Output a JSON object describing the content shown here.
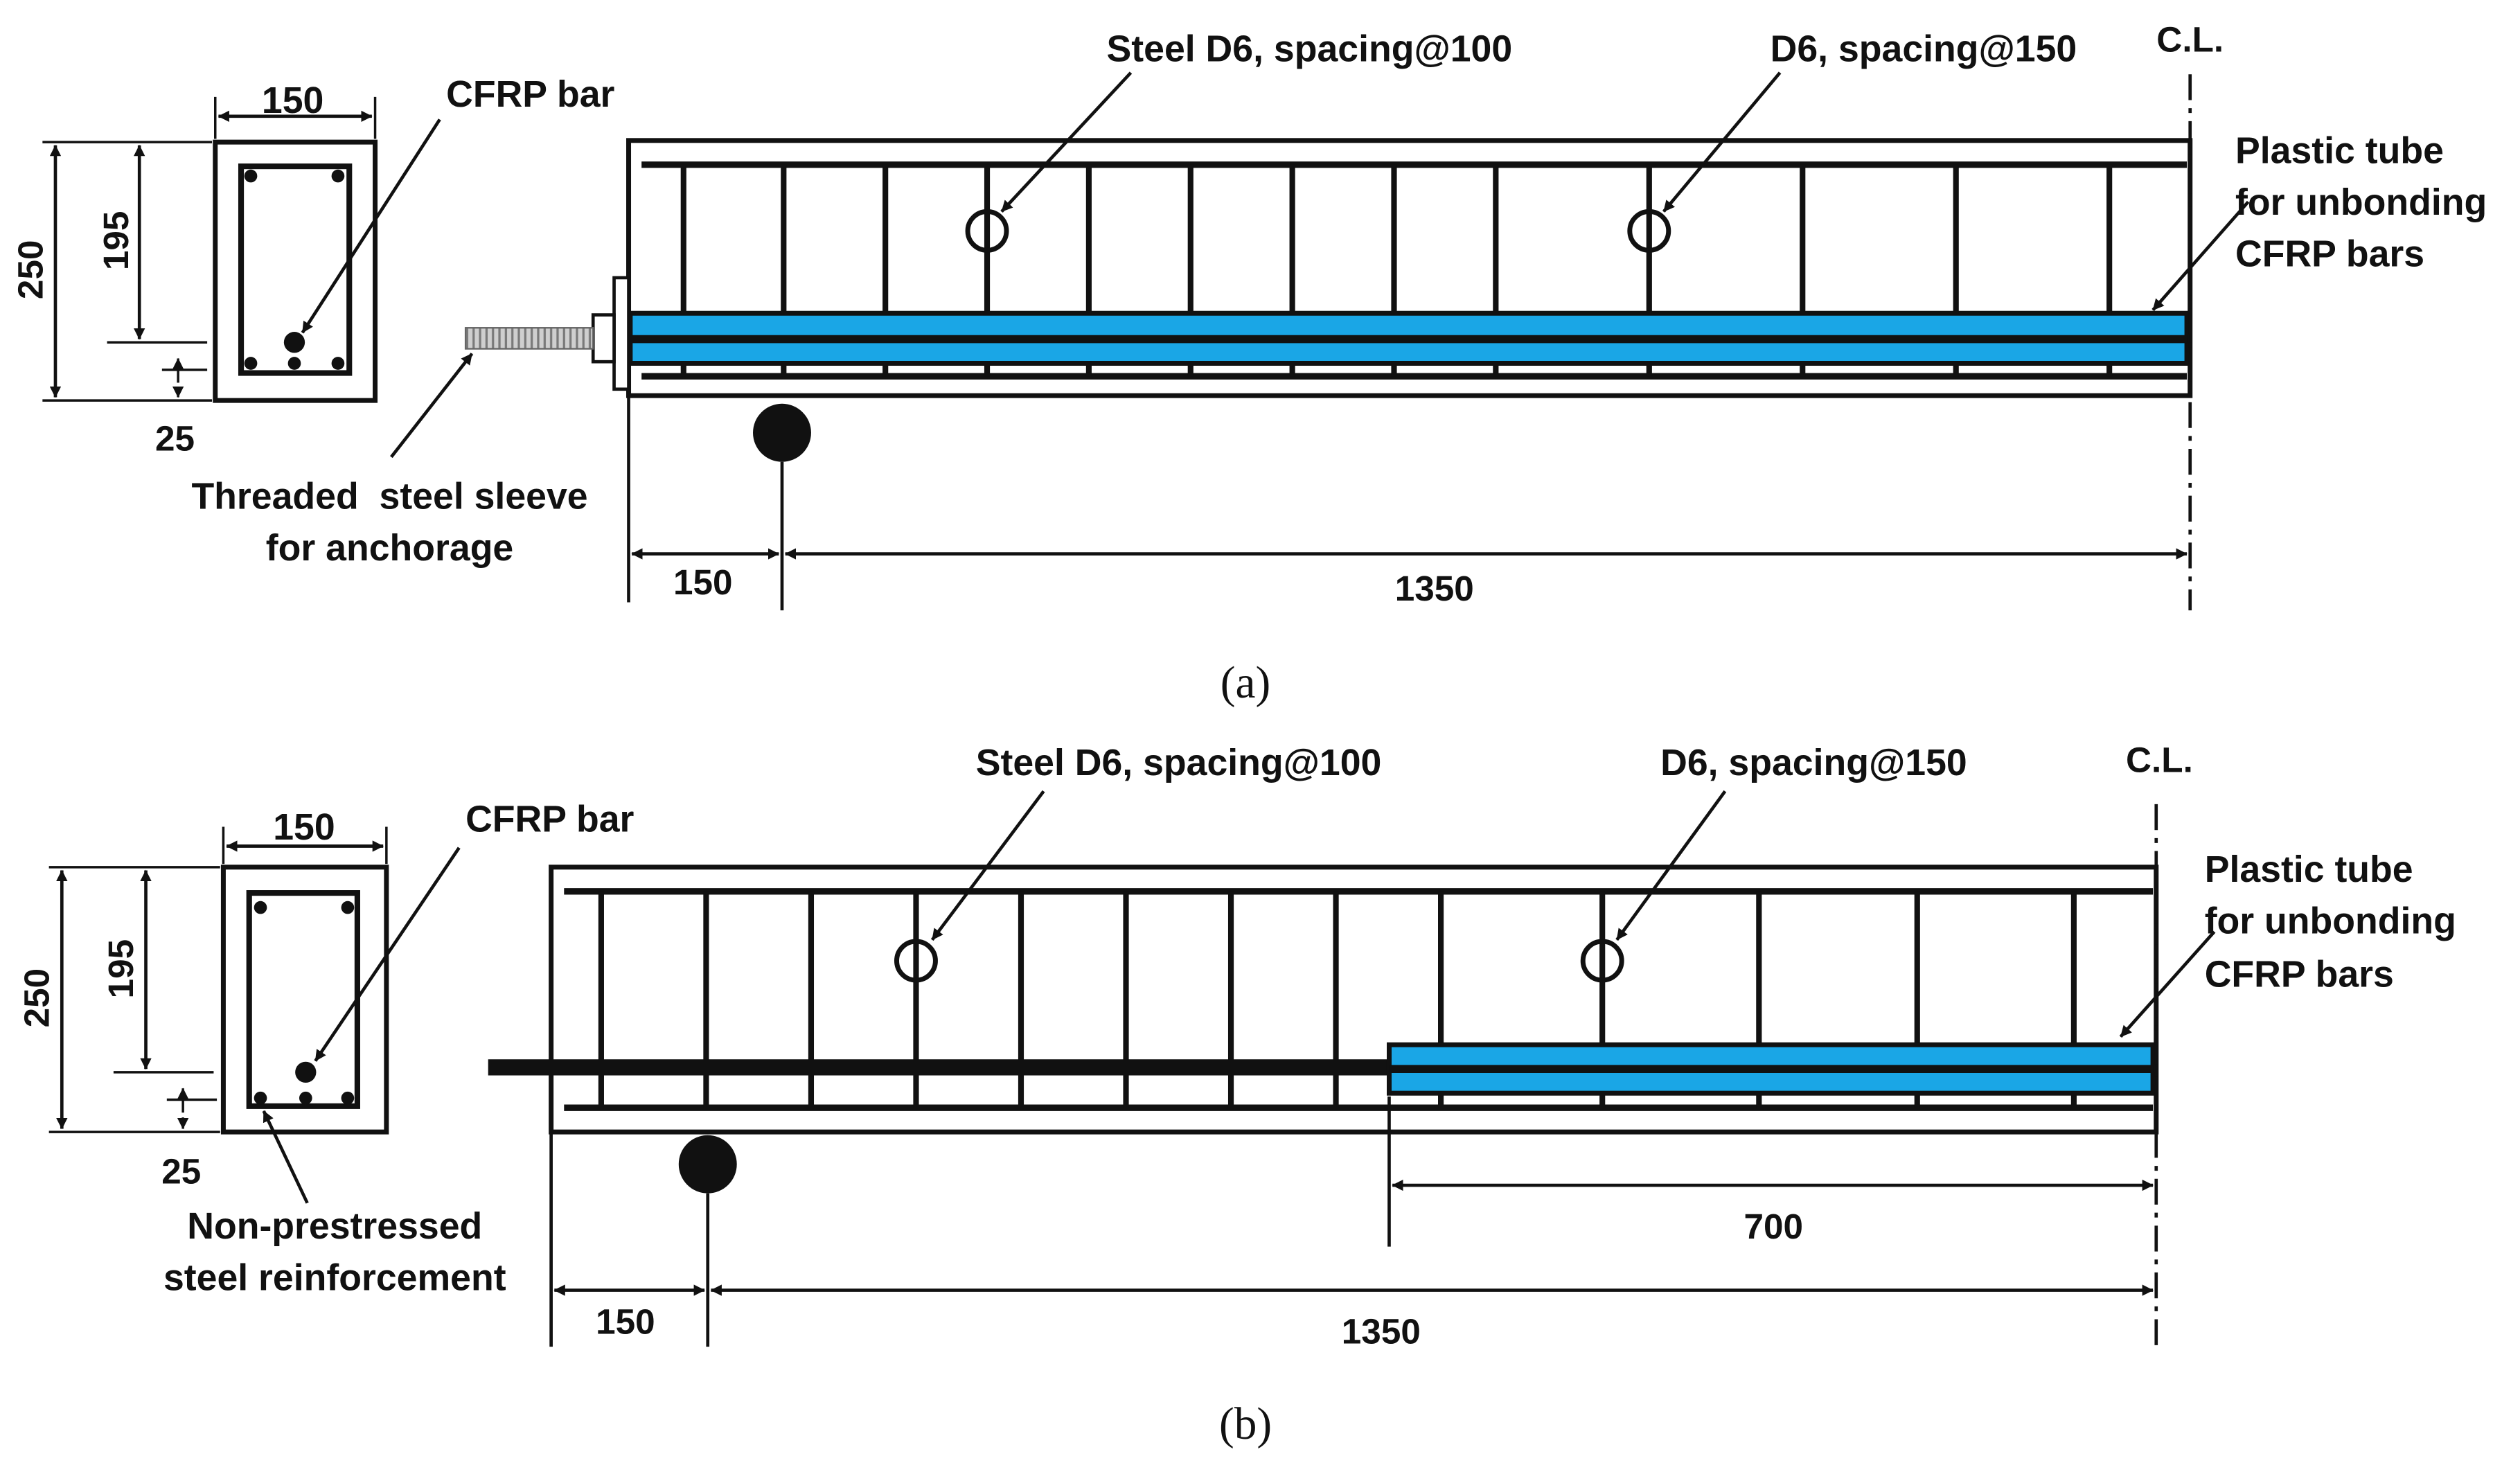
{
  "colors": {
    "ink": "#111111",
    "tube": "#1aa6e6",
    "sleeve": "#bdbdbd",
    "background": "#ffffff"
  },
  "panel_a": {
    "caption": "(a)",
    "section": {
      "width_dim": "150",
      "height_dim": "250",
      "depth_dim": "195",
      "cover_dim": "25",
      "cfrp_label": "CFRP bar"
    },
    "elevation": {
      "stirrup_label_1": "Steel D6, spacing@100",
      "stirrup_label_2": "D6, spacing@150",
      "centerline_label": "C.L.",
      "tube_label": [
        "Plastic tube",
        "for unbonding",
        "CFRP bars"
      ],
      "sleeve_label": [
        "Threaded  steel sleeve",
        "for anchorage"
      ],
      "dim_support": "150",
      "dim_span": "1350"
    }
  },
  "panel_b": {
    "caption": "(b)",
    "section": {
      "width_dim": "150",
      "height_dim": "250",
      "depth_dim": "195",
      "cover_dim": "25",
      "cfrp_label": "CFRP bar",
      "steel_label": [
        "Non-prestressed",
        "steel reinforcement"
      ]
    },
    "elevation": {
      "stirrup_label_1": "Steel D6, spacing@100",
      "stirrup_label_2": "D6, spacing@150",
      "centerline_label": "C.L.",
      "tube_label": [
        "Plastic tube",
        "for unbonding",
        "CFRP bars"
      ],
      "dim_unbonded": "700",
      "dim_support": "150",
      "dim_span": "1350"
    }
  }
}
